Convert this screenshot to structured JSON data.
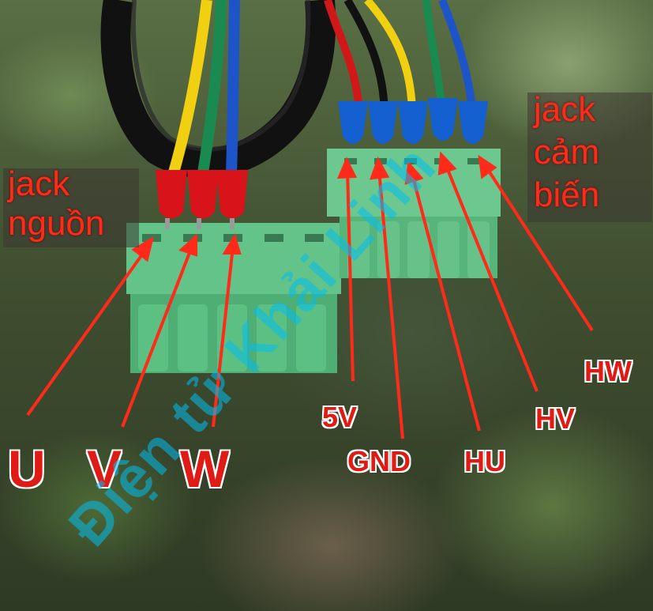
{
  "labels": {
    "jack_power": [
      "jack",
      "nguồn"
    ],
    "jack_sensor": [
      "jack",
      "cảm",
      "biến"
    ]
  },
  "power_pins": [
    "U",
    "V",
    "W"
  ],
  "sensor_pins": [
    "5V",
    "GND",
    "HU",
    "HV",
    "HW"
  ],
  "watermark": "Điện tử Khải Linh",
  "colors": {
    "label_red": "#e01a14",
    "arrow_red": "#ff2a1a",
    "connector_green": "#5fbf84",
    "watermark_blue": "#00bef0",
    "ferrule_red": "#d8141a",
    "ferrule_blue": "#1560d0"
  }
}
